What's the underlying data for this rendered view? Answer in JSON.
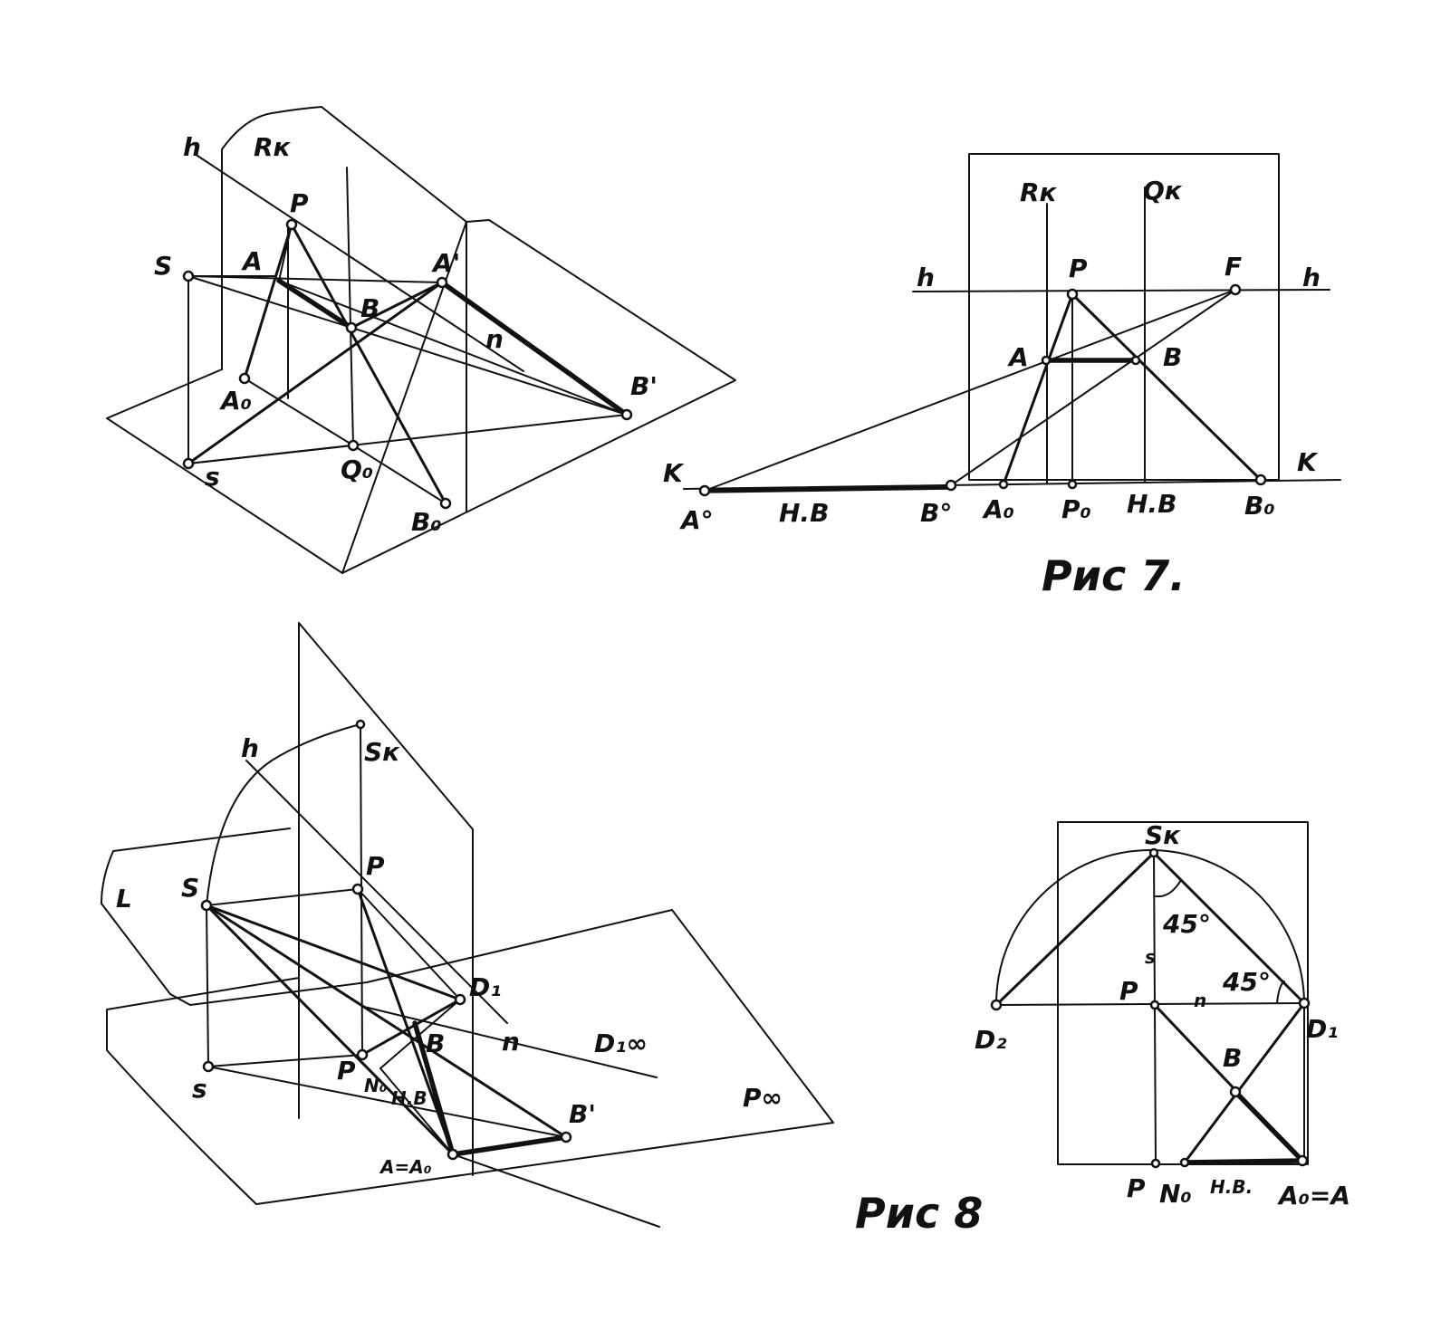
{
  "figure7": {
    "caption": "Рис 7.",
    "left_labels": {
      "h": "h",
      "Rk": "Rк",
      "P": "P",
      "S": "S",
      "A": "A",
      "A_prime": "A'",
      "B": "B",
      "n": "n",
      "A0": "A₀",
      "B_prime": "B'",
      "s": "s",
      "Q0": "Q₀",
      "B0": "B₀"
    },
    "right_labels": {
      "Rk": "Rк",
      "Qk": "Qк",
      "h_left": "h",
      "h_right": "h",
      "P": "P",
      "F": "F",
      "A": "A",
      "B": "B",
      "K_left": "K",
      "K_right": "K",
      "A_deg": "A°",
      "HB_left": "H.B",
      "B_deg": "B°",
      "A0": "A₀",
      "P0": "P₀",
      "HB_right": "H.B",
      "B0": "B₀"
    }
  },
  "figure8": {
    "caption": "Рис 8",
    "left_labels": {
      "h": "h",
      "Sk": "Sк",
      "S": "S",
      "P": "P",
      "D1": "D₁",
      "n": "n",
      "D1inf": "D₁∞",
      "B": "B",
      "s": "s",
      "P_low": "P",
      "N0": "N₀",
      "NB": "H.B",
      "B_prime": "B'",
      "Pinf": "P∞",
      "A_eq": "A=A₀",
      "L": "L"
    },
    "right_labels": {
      "Sk": "Sк",
      "angle1": "45°",
      "angle2": "45°",
      "s": "s",
      "P": "P",
      "n": "n",
      "D2": "D₂",
      "D1": "D₁",
      "B": "B",
      "P_low": "P",
      "N0": "N₀",
      "HB": "H.B.",
      "A_eq": "A₀=A"
    }
  }
}
